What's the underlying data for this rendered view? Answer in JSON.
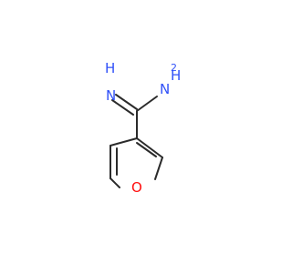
{
  "molecule": {
    "atoms": {
      "imine_n": {
        "symbol": "N",
        "h": "H",
        "color": "#3050F8"
      },
      "amine_n": {
        "symbol": "N",
        "h": "H",
        "h_count": "2",
        "color": "#3050F8"
      },
      "ring_o": {
        "symbol": "O",
        "color": "#FF0D0D"
      }
    },
    "bond_color": "#2b2b2b"
  }
}
